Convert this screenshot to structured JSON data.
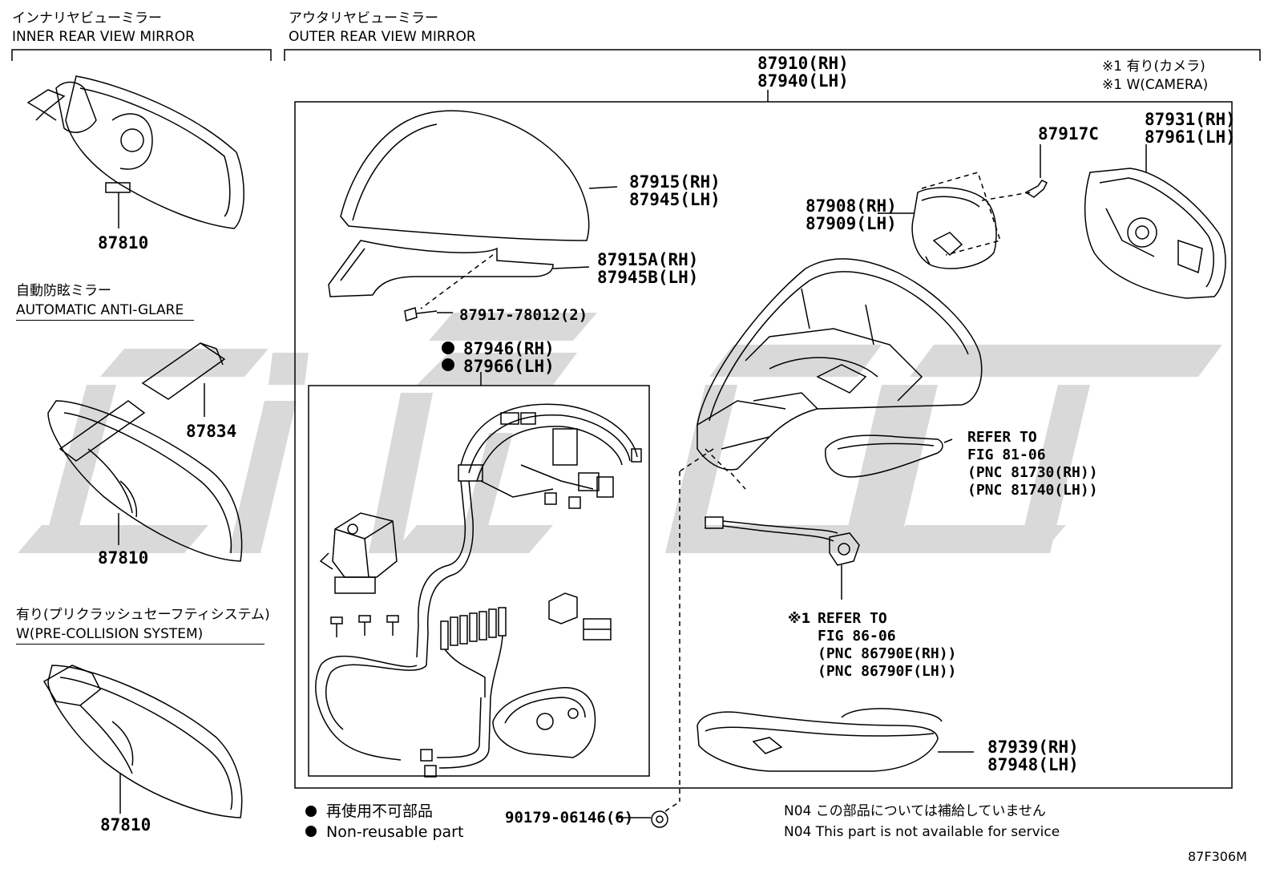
{
  "sections": {
    "inner": {
      "jp": "インナリヤビューミラー",
      "en": "INNER REAR VIEW MIRROR"
    },
    "outer": {
      "jp": "アウタリヤビューミラー",
      "en": "OUTER REAR VIEW MIRROR"
    },
    "auto_antiglare": {
      "jp": "自動防眩ミラー",
      "en": "AUTOMATIC ANTI-GLARE"
    },
    "pre_collision": {
      "jp": "有り(プリクラッシュセーフティシステム)",
      "en": "W(PRE-COLLISION SYSTEM)"
    }
  },
  "camera_note": {
    "line1": "※1 有り(カメラ)",
    "line2": "※1 W(CAMERA)"
  },
  "parts": {
    "p87810_a": "87810",
    "p87810_b": "87810",
    "p87810_c": "87810",
    "p87834": "87834",
    "assy": {
      "rh": "87910(RH)",
      "lh": "87940(LH)"
    },
    "cover": {
      "rh": "87915(RH)",
      "lh": "87945(LH)"
    },
    "cover_trim": {
      "rh": "87915A(RH)",
      "lh": "87945B(LH)"
    },
    "screw_a": "87917-78012(2)",
    "harness": {
      "rh": "87946(RH)",
      "lh": "87966(LH)"
    },
    "screw_b": "87917C",
    "actuator": {
      "rh": "87908(RH)",
      "lh": "87909(LH)"
    },
    "glass": {
      "rh": "87931(RH)",
      "lh": "87961(LH)"
    },
    "lower_cover": {
      "rh": "87939(RH)",
      "lh": "87948(LH)"
    },
    "clip": "90179-06146(6)"
  },
  "refer_turn": {
    "l1": "REFER TO",
    "l2": "FIG 81-06",
    "l3": "(PNC 81730(RH))",
    "l4": "(PNC 81740(LH))"
  },
  "refer_camera": {
    "mark": "※1",
    "l1": "REFER TO",
    "l2": "FIG 86-06",
    "l3": "(PNC 86790E(RH))",
    "l4": "(PNC 86790F(LH))"
  },
  "legend": {
    "jp": "再使用不可部品",
    "en": "Non-reusable part"
  },
  "n04": {
    "jp": "N04 この部品については補給していません",
    "en": "N04 This part is not available for service"
  },
  "figure_code": "87F306M",
  "icons": [
    "non-reusable-dot-icon",
    "bolt-icon",
    "clip-icon"
  ],
  "colors": {
    "line": "#000000",
    "watermark": "#d7d7d7",
    "background": "#ffffff"
  }
}
